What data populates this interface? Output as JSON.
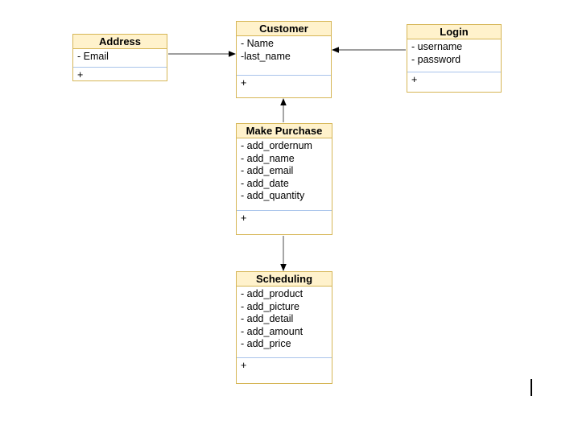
{
  "diagram": {
    "type": "uml-class-diagram",
    "colors": {
      "header_fill": "#FFF2CC",
      "box_stroke": "#D6B656",
      "body_fill": "#FFFFFF",
      "divider_line": "#A9C4EB",
      "connector_line": "#7F7F7F",
      "arrowhead": "#000000",
      "text": "#000000"
    },
    "classes": [
      {
        "title": "Address",
        "attributes": [
          "- Email"
        ],
        "methods": "+"
      },
      {
        "title": "Customer",
        "attributes": [
          "- Name",
          "-last_name"
        ],
        "methods": "+"
      },
      {
        "title": "Login",
        "attributes": [
          "- username",
          "- password"
        ],
        "methods": "+"
      },
      {
        "title": "Make Purchase",
        "attributes": [
          "- add_ordernum",
          "- add_name",
          "- add_email",
          "- add_date",
          "- add_quantity"
        ],
        "methods": "+"
      },
      {
        "title": "Scheduling",
        "attributes": [
          "- add_product",
          "- add_picture",
          "- add_detail",
          "- add_amount",
          "- add_price"
        ],
        "methods": "+"
      }
    ],
    "connectors": [
      {
        "name": "address-to-customer",
        "style": "solid-arrow",
        "direction": "right-into-customer"
      },
      {
        "name": "login-to-customer",
        "style": "solid-arrow",
        "direction": "left-into-customer"
      },
      {
        "name": "make-purchase-to-customer",
        "style": "solid-arrow",
        "direction": "up-into-customer"
      },
      {
        "name": "make-purchase-to-scheduling",
        "style": "solid-arrow",
        "direction": "down-into-scheduling"
      }
    ],
    "cursor_artifact": "text-caret-right-side"
  }
}
